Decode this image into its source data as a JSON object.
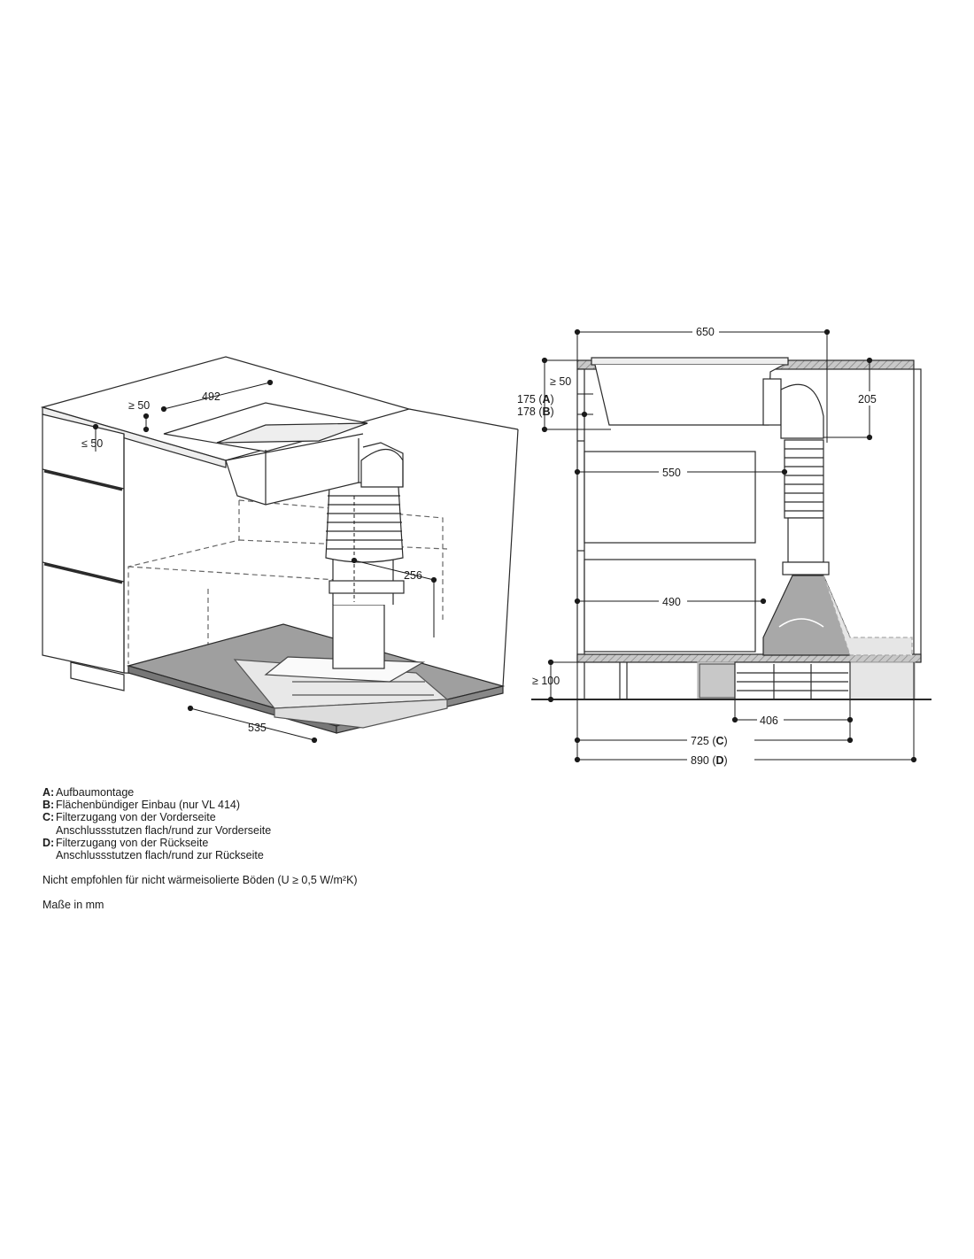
{
  "dimensions": {
    "left": {
      "width_cutout": "492",
      "front_min": "≥ 50",
      "top_max": "≤ 50",
      "duct_offset": "256",
      "base_depth": "535"
    },
    "right": {
      "cabinet_depth": "650",
      "top_min": "≥ 50",
      "height_a": "175 (",
      "height_a_key": "A",
      "height_b": "178 (",
      "height_b_key": "B",
      "duct_height": "205",
      "drawer_1": "550",
      "drawer_2": "490",
      "plinth_min": "≥ 100",
      "filter_width": "406",
      "depth_c": "725 (",
      "depth_c_key": "C",
      "depth_d": "890 (",
      "depth_d_key": "D",
      "paren_close": ")"
    }
  },
  "legend": [
    {
      "key": "A:",
      "text": "Aufbaumontage"
    },
    {
      "key": "B:",
      "text": "Flächenbündiger Einbau (nur VL 414)"
    },
    {
      "key": "C:",
      "text": "Filterzugang von der Vorderseite",
      "sub": "Anschlussstutzen flach/rund zur Vorderseite"
    },
    {
      "key": "D:",
      "text": "Filterzugang von der Rückseite",
      "sub": "Anschlussstutzen flach/rund zur Rückseite"
    }
  ],
  "notes": {
    "insulation": "Nicht empfohlen für nicht wärmeisolierte Böden (U ≥ 0,5 W/m²K)",
    "units": "Maße in mm"
  },
  "colors": {
    "line": "#2a2a2a",
    "fill_grey": "#d9d9d9",
    "fill_dark": "#a8a8a8"
  }
}
